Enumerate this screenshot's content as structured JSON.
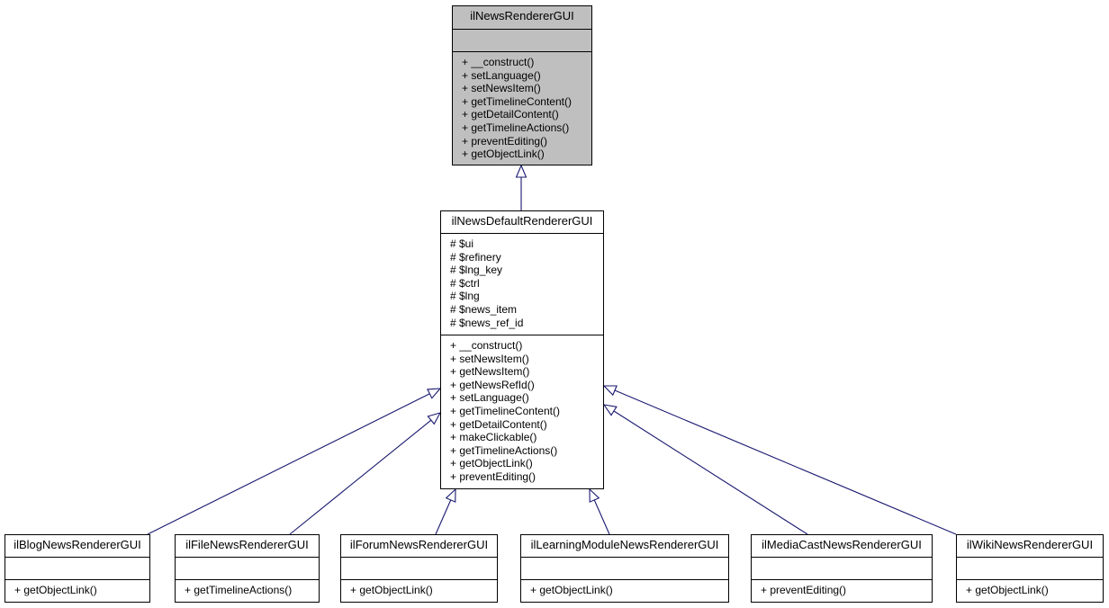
{
  "classes": {
    "base": {
      "name": "ilNewsRendererGUI",
      "attributes": [],
      "operations": [
        "+ __construct()",
        "+ setLanguage()",
        "+ setNewsItem()",
        "+ getTimelineContent()",
        "+ getDetailContent()",
        "+ getTimelineActions()",
        "+ preventEditing()",
        "+ getObjectLink()"
      ]
    },
    "default": {
      "name": "ilNewsDefaultRendererGUI",
      "attributes": [
        "# $ui",
        "# $refinery",
        "# $lng_key",
        "# $ctrl",
        "# $lng",
        "# $news_item",
        "# $news_ref_id"
      ],
      "operations": [
        "+ __construct()",
        "+ setNewsItem()",
        "+ getNewsItem()",
        "+ getNewsRefId()",
        "+ setLanguage()",
        "+ getTimelineContent()",
        "+ getDetailContent()",
        "+ makeClickable()",
        "+ getTimelineActions()",
        "+ getObjectLink()",
        "+ preventEditing()"
      ]
    },
    "blog": {
      "name": "ilBlogNewsRendererGUI",
      "attributes": [],
      "operations": [
        "+ getObjectLink()"
      ]
    },
    "file": {
      "name": "ilFileNewsRendererGUI",
      "attributes": [],
      "operations": [
        "+ getTimelineActions()"
      ]
    },
    "forum": {
      "name": "ilForumNewsRendererGUI",
      "attributes": [],
      "operations": [
        "+ getObjectLink()"
      ]
    },
    "lm": {
      "name": "ilLearningModuleNewsRendererGUI",
      "attributes": [],
      "operations": [
        "+ getObjectLink()"
      ]
    },
    "mcst": {
      "name": "ilMediaCastNewsRendererGUI",
      "attributes": [],
      "operations": [
        "+ preventEditing()"
      ]
    },
    "wiki": {
      "name": "ilWikiNewsRendererGUI",
      "attributes": [],
      "operations": [
        "+ getObjectLink()"
      ]
    }
  },
  "colors": {
    "edge": "#191970",
    "focus_fill": "#bfbfbf",
    "border": "#000000"
  }
}
